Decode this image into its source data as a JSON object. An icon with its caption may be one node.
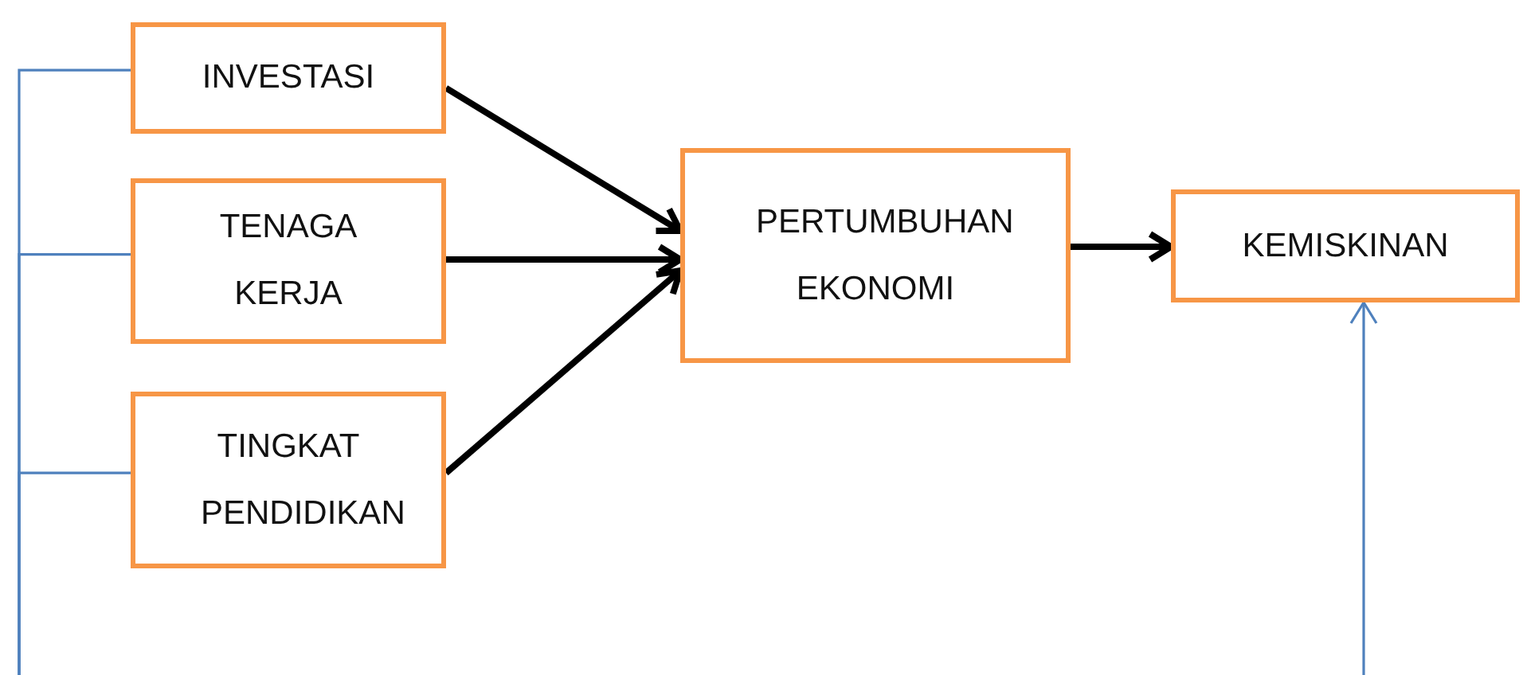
{
  "diagram": {
    "nodes": [
      {
        "text": [
          "INVESTASI"
        ]
      },
      {
        "text": [
          "TENAGA KERJA"
        ]
      },
      {
        "text": [
          "TINGKAT PENDIDIKAN"
        ]
      },
      {
        "text": [
          "PERTUMBUHAN EKONOMI"
        ]
      },
      {
        "text": [
          "KEMISKINAN"
        ]
      }
    ],
    "edges": [
      {
        "from": 0,
        "to": 3,
        "arrow": "to",
        "style": "thick"
      },
      {
        "from": 1,
        "to": 3,
        "arrow": "to",
        "style": "thick"
      },
      {
        "from": 2,
        "to": 3,
        "arrow": "to",
        "style": "thick"
      },
      {
        "from": 3,
        "to": 4,
        "arrow": "to",
        "style": "thick"
      },
      {
        "from": 0,
        "to": null,
        "arrow": "none",
        "color": "#4f81bd"
      },
      {
        "from": 1,
        "to": null,
        "arrow": "none",
        "color": "#4f81bd"
      },
      {
        "from": 2,
        "to": null,
        "arrow": "none",
        "color": "#4f81bd"
      },
      {
        "from": null,
        "to": 4,
        "arrow": "to",
        "color": "#4f81bd"
      }
    ]
  }
}
